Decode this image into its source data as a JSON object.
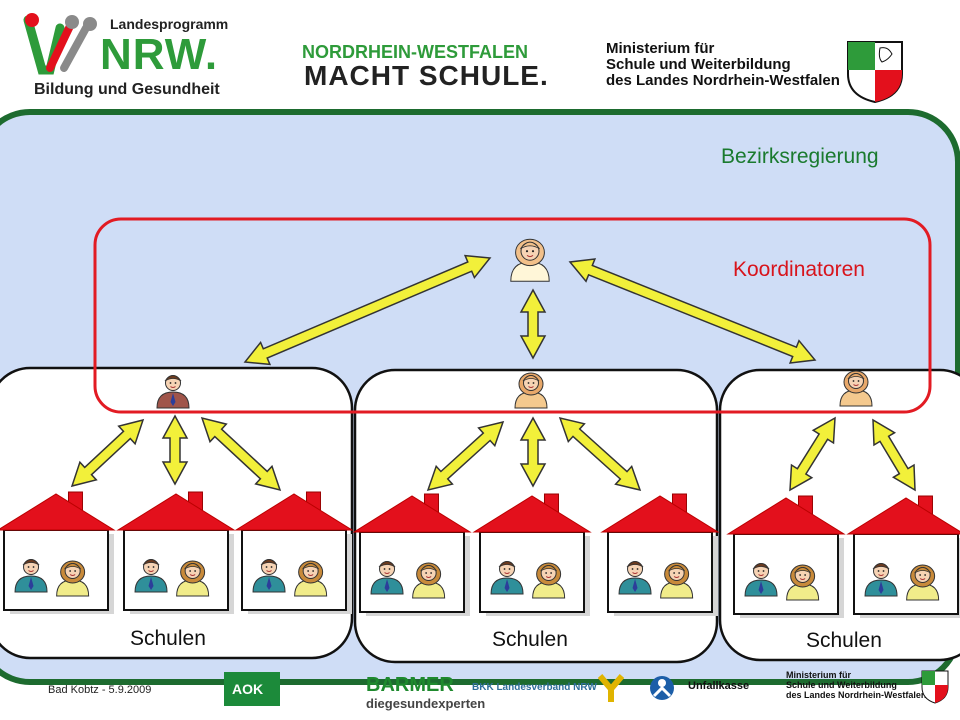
{
  "header": {
    "nrw_logo": {
      "line1": "Landesprogramm",
      "letters": "NRW.",
      "line2": "Bildung und Gesundheit"
    },
    "msw_logo": {
      "line1": "NORDRHEIN-WESTFALEN",
      "line2": "MACHT SCHULE."
    },
    "ministry": {
      "line1": "Ministerium für",
      "line2": "Schule und Weiterbildung",
      "line3": "des Landes Nordrhein-Westfalen"
    }
  },
  "diagram": {
    "region_label": "Bezirksregierung",
    "coordinators_label": "Koordinatoren",
    "schools_labels": [
      "Schulen",
      "Schulen",
      "Schulen"
    ]
  },
  "footer": {
    "date_text": "Bad Kobtz - 5.9.2009",
    "sponsors": {
      "aok": "AOK",
      "barmer": "BARMER",
      "barmer_sub": "diegesundexperten",
      "bkk": "BKK Landesverband NRW",
      "unfallkasse": "Unfallkasse",
      "ministry_line1": "Ministerium für",
      "ministry_line2": "Schule und Weiterbildung",
      "ministry_line3": "des Landes Nordrhein-Westfalen"
    }
  },
  "colors": {
    "region_fill": "#cfddf6",
    "region_border": "#1d6b2f",
    "coordinator_border": "#e21b23",
    "arrow_fill": "#f2f03a",
    "roof": "#e3101c",
    "label_green": "#1a7a2e",
    "label_red": "#d8141c"
  }
}
